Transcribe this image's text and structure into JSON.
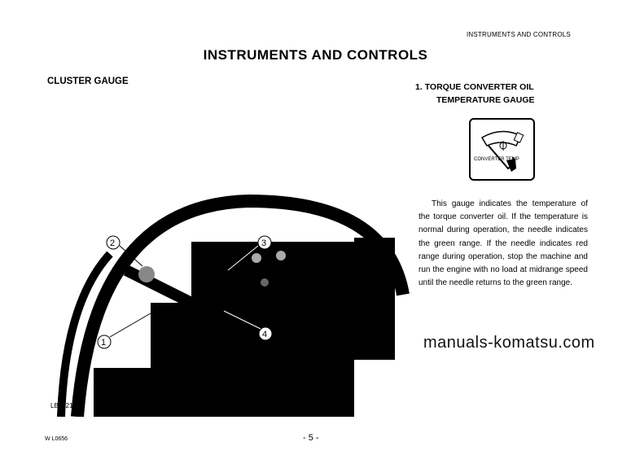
{
  "header": {
    "running_title": "INSTRUMENTS AND CONTROLS"
  },
  "page_title": "INSTRUMENTS AND CONTROLS",
  "section": {
    "title": "CLUSTER GAUGE"
  },
  "item": {
    "number": "1.",
    "title_line1": "TORQUE CONVERTER OIL",
    "title_line2": "TEMPERATURE GAUGE",
    "gauge_label": "CONVERTER TEMP",
    "description": "This gauge indicates the temperature of the torque converter oil. If the temperature is normal during operation, the needle indicates the green range. If the needle indicates red range during operation, stop the machine and run the engine with no load at midrange speed until the needle returns to the green range."
  },
  "photo": {
    "code": "LB0021",
    "callouts": [
      "1",
      "2",
      "3",
      "4"
    ]
  },
  "watermark": "manuals-komatsu.com",
  "footer": {
    "code": "W L0656",
    "page": "- 5 -"
  }
}
